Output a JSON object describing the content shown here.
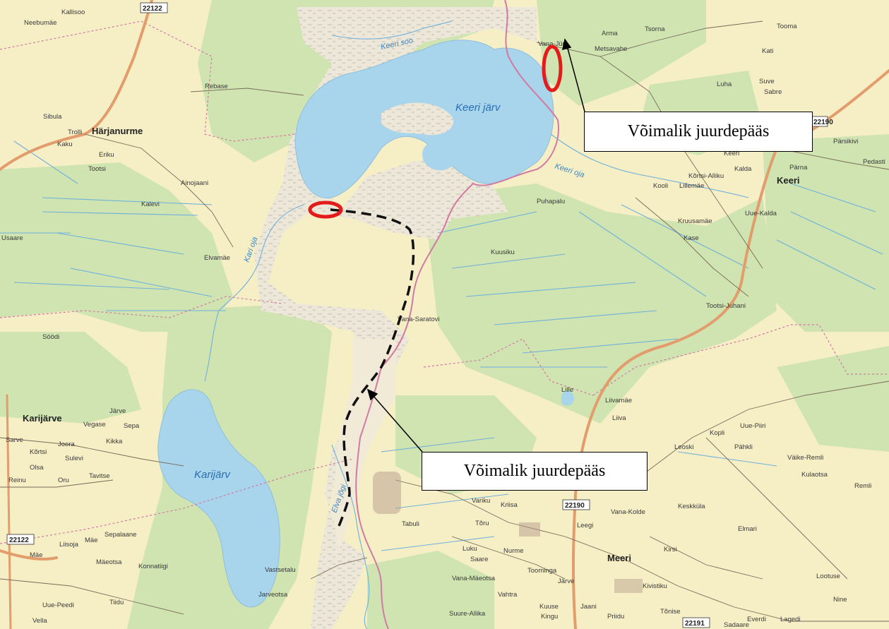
{
  "callouts": [
    {
      "label": "Võimalik juurdepääs"
    },
    {
      "label": "Võimalik juurdepääs"
    }
  ],
  "lakes": {
    "keeri": "Keeri järv",
    "karij": "Karijärv"
  },
  "rivers": {
    "keeri_soo": "Keeri soo",
    "keeri_oja": "Keeri oja",
    "kari_oja": "Kari oja",
    "elva": "Elva jõgi"
  },
  "towns": {
    "harjanurme": "Härjanurme",
    "karijarve": "Karijärve",
    "keeri": "Keeri",
    "meeri": "Meeri"
  },
  "roads": [
    "22122",
    "22190",
    "22190",
    "22122",
    "22191"
  ],
  "places": [
    "Kallisoo",
    "Neebumäe",
    "Rebase",
    "Sibula",
    "Trolli",
    "Kaku",
    "Eriku",
    "Tootsi",
    "Ainojaani",
    "Kalevi",
    "Elvamäe",
    "Vana-Saratovi",
    "Puhapalu",
    "Kuusiku",
    "Arma",
    "Tsorna",
    "Metsavahe",
    "Tooma",
    "Kati",
    "Luha",
    "Suve",
    "Sabre",
    "Pärsikivi",
    "Pedasti",
    "Pärna",
    "Keeri",
    "Kalda",
    "Kõrtsi-Alliku",
    "Kooli",
    "Lillemäe",
    "Kruusamäe",
    "Uue-Kalda",
    "Kase",
    "Tootsi-Juhani",
    "Lille",
    "Liivamäe",
    "Liiva",
    "Kopli",
    "Uue-Piiri",
    "Leoski",
    "Pähkli",
    "Väike-Remli",
    "Kulaotsa",
    "Remli",
    "Söödi",
    "Järve",
    "Vegase",
    "Sepa",
    "Sarve",
    "Joora",
    "Kikka",
    "Kõrtsi",
    "Sulevi",
    "Olsa",
    "Reinu",
    "Oru",
    "Tavitse",
    "Mäe",
    "Sepalaane",
    "Liisoja",
    "Mäe",
    "Mäeotsa",
    "Konnatiigi",
    "Vastsetalu",
    "Jarveotsa",
    "Uue-Peedi",
    "Tiidu",
    "Vella",
    "Variku",
    "Kriisa",
    "Tõru",
    "Tabuli",
    "Luku",
    "Saare",
    "Nurme",
    "Toominga",
    "Vana-Mäeotsa",
    "Vahtra",
    "Järve",
    "Kuuse",
    "Kingu",
    "Suure-Allika",
    "Jaani",
    "Priidu",
    "Tõnise",
    "Everdi",
    "Lagedi",
    "Nine",
    "Lootuse",
    "Elmari",
    "Keskküla",
    "Vana-Kolde",
    "Leegi",
    "Kirsi",
    "Kivistiku",
    "Sadaare",
    "Vana-Jüri",
    "Usaare"
  ]
}
